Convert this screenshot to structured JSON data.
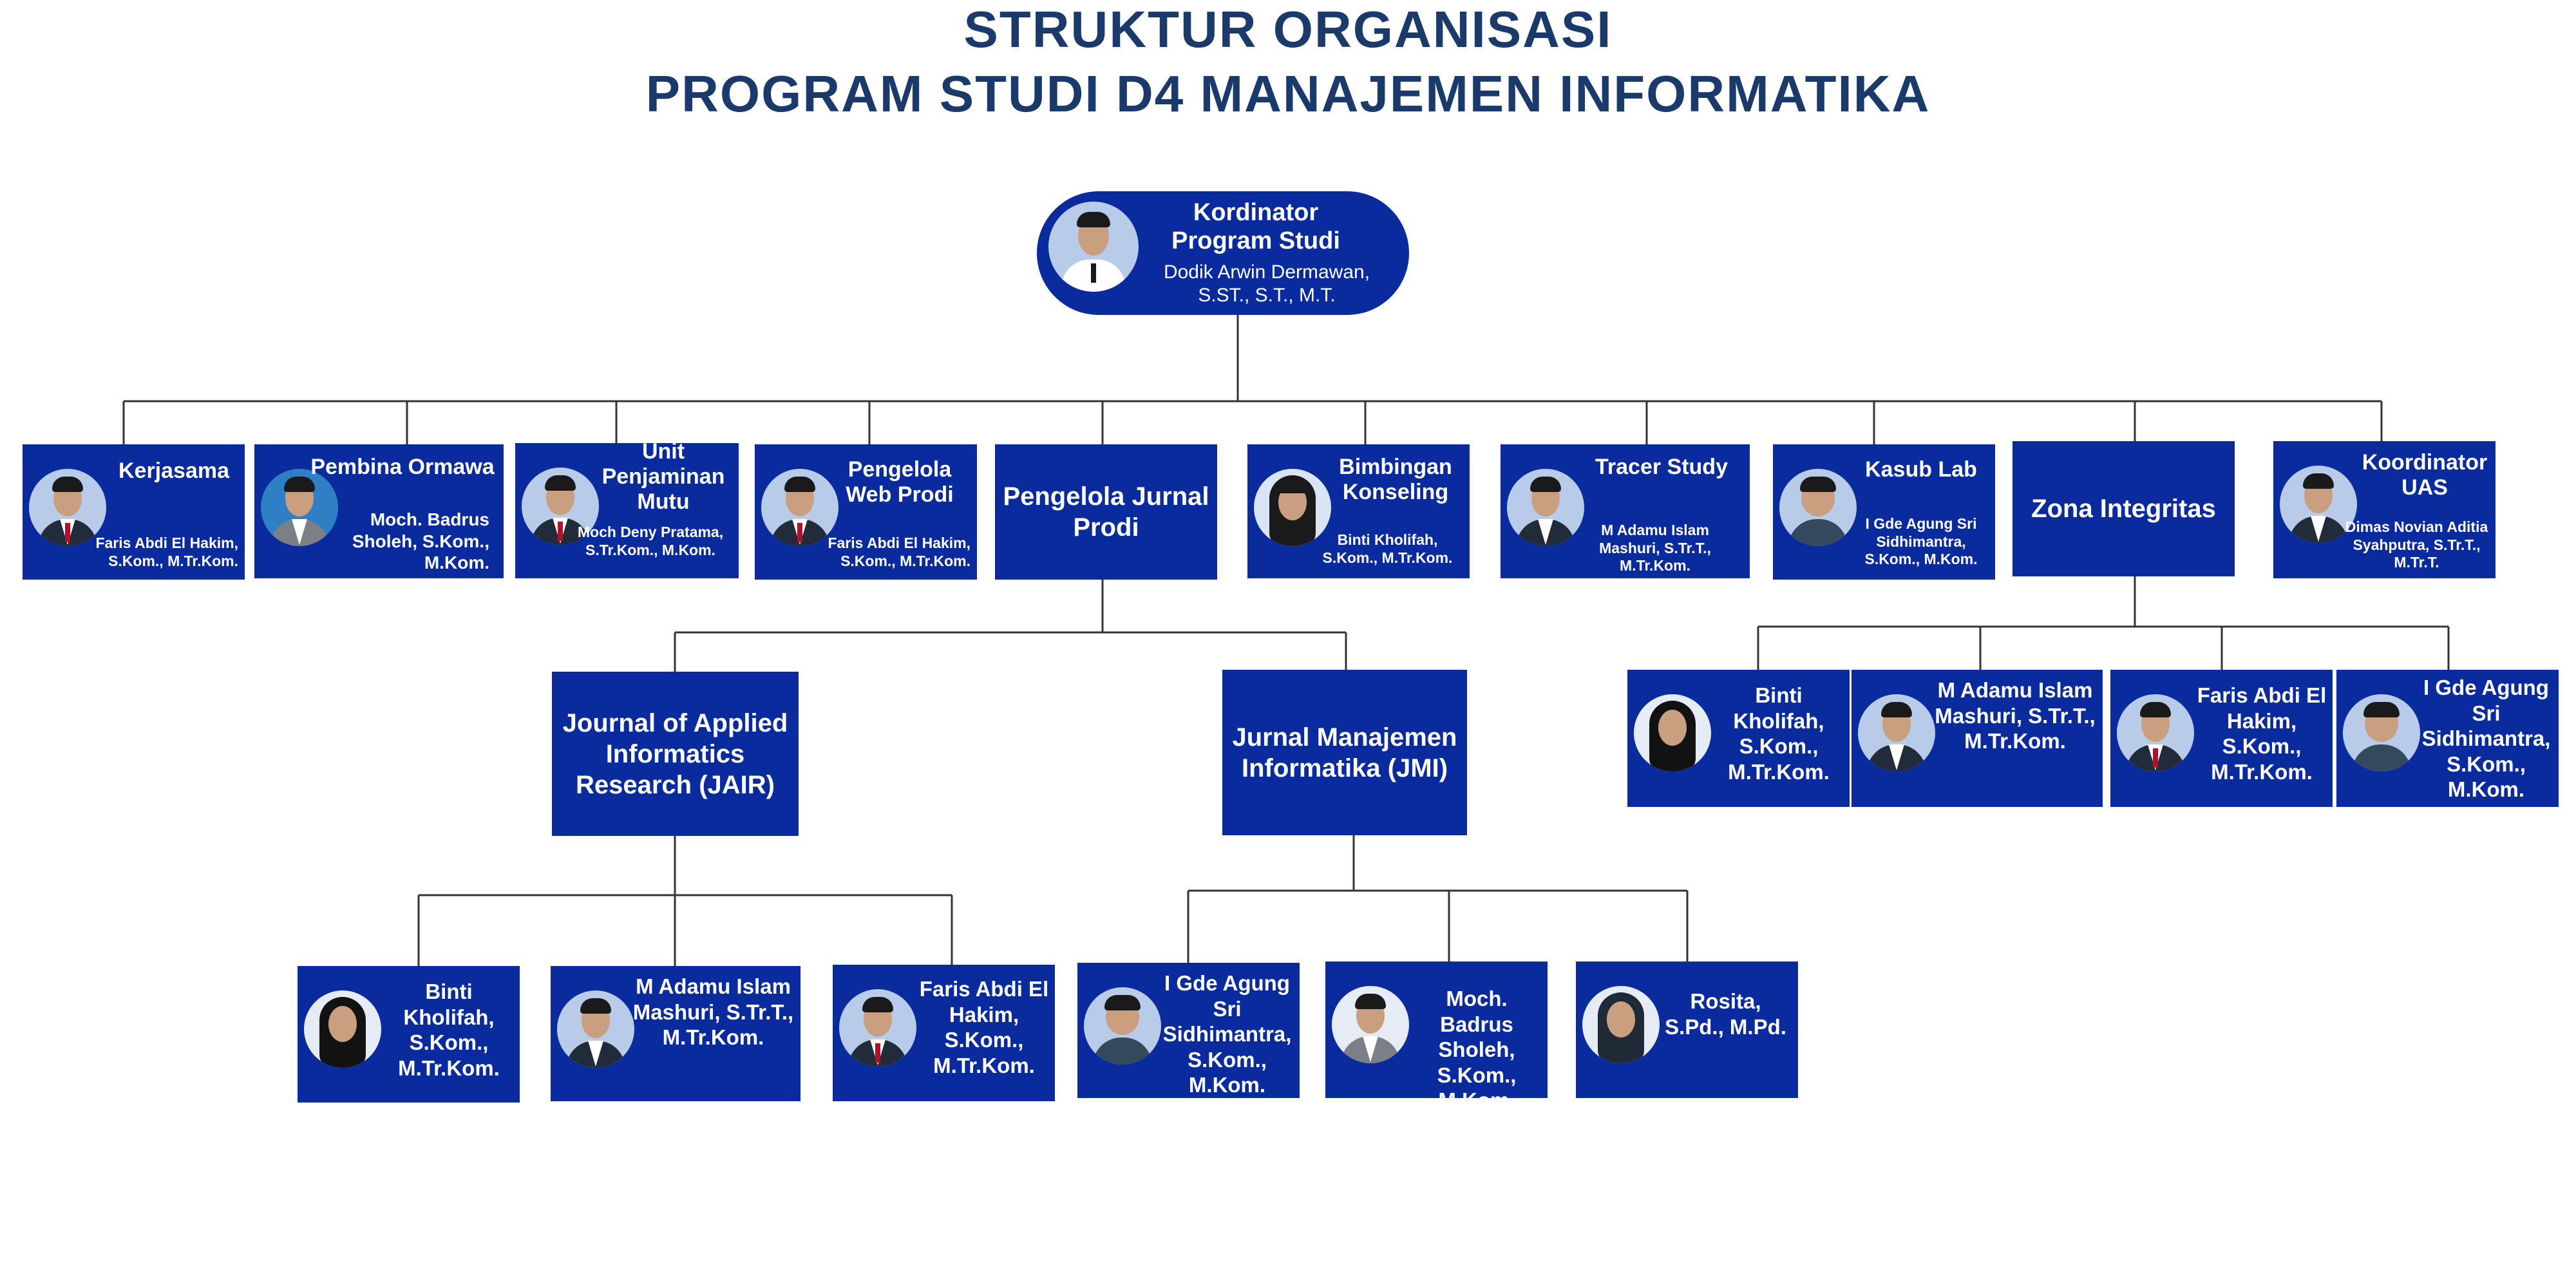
{
  "title_line1": "STRUKTUR ORGANISASI",
  "title_line2": "PROGRAM STUDI D4 MANAJEMEN INFORMATIKA",
  "colors": {
    "box": "#0a2b9e",
    "title": "#1a3a6b",
    "line": "#333333"
  },
  "root": {
    "role": "Kordinator Program Studi",
    "name": "Dodik Arwin Dermawan, S.ST., S.T., M.T."
  },
  "units": [
    {
      "role": "Kerjasama",
      "name": "Faris Abdi El Hakim, S.Kom., M.Tr.Kom."
    },
    {
      "role": "Pembina Ormawa",
      "name": "Moch. Badrus Sholeh, S.Kom., M.Kom."
    },
    {
      "role": "Unit Penjaminan Mutu",
      "name": "Moch Deny Pratama, S.Tr.Kom., M.Kom."
    },
    {
      "role": "Pengelola Web Prodi",
      "name": "Faris Abdi El Hakim, S.Kom., M.Tr.Kom."
    },
    {
      "role": "Pengelola Jurnal Prodi"
    },
    {
      "role": "Bimbingan Konseling",
      "name": "Binti Kholifah, S.Kom., M.Tr.Kom."
    },
    {
      "role": "Tracer Study",
      "name": "M Adamu Islam Mashuri, S.Tr.T., M.Tr.Kom."
    },
    {
      "role": "Kasub Lab",
      "name": "I Gde Agung Sri Sidhimantra, S.Kom., M.Kom."
    },
    {
      "role": "Zona Integritas"
    },
    {
      "role": "Koordinator UAS",
      "name": "Dimas Novian Aditia Syahputra, S.Tr.T., M.Tr.T."
    }
  ],
  "journals": [
    {
      "role": "Journal of Applied Informatics Research (JAIR)"
    },
    {
      "role": "Jurnal Manajemen Informatika (JMI)"
    }
  ],
  "jair_members": [
    {
      "name": "Binti Kholifah, S.Kom., M.Tr.Kom."
    },
    {
      "name": "M Adamu Islam Mashuri, S.Tr.T., M.Tr.Kom."
    },
    {
      "name": "Faris Abdi El Hakim, S.Kom., M.Tr.Kom."
    }
  ],
  "jmi_members": [
    {
      "name": "I Gde Agung Sri Sidhimantra, S.Kom., M.Kom."
    },
    {
      "name": "Moch. Badrus Sholeh, S.Kom., M.Kom."
    },
    {
      "name": "Rosita, S.Pd., M.Pd."
    }
  ],
  "zona_members": [
    {
      "name": "Binti Kholifah, S.Kom., M.Tr.Kom."
    },
    {
      "name": "M Adamu Islam Mashuri, S.Tr.T., M.Tr.Kom."
    },
    {
      "name": "Faris Abdi El Hakim, S.Kom., M.Tr.Kom."
    },
    {
      "name": "I Gde Agung Sri Sidhimantra, S.Kom., M.Kom."
    }
  ]
}
